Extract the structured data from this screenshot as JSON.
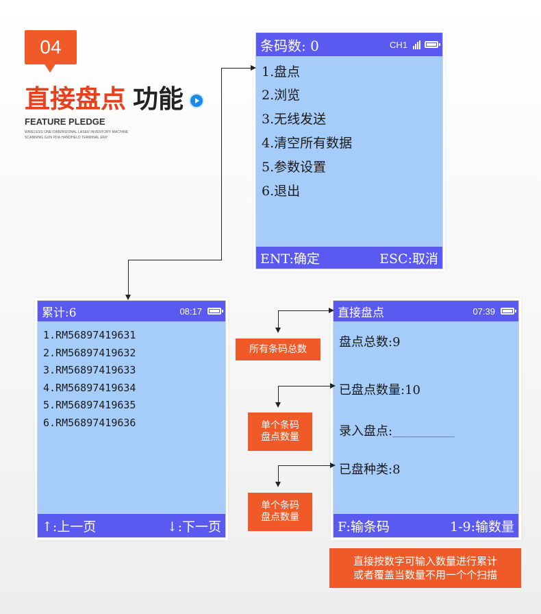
{
  "header": {
    "badge_number": "04",
    "title_main": "直接盘点",
    "title_suffix": "功能",
    "subtitle": "FEATURE PLEDGE",
    "subtitle_small_1": "WIRELESS ONE-DIMENSIONAL LASER INVENTORY MACHINE",
    "subtitle_small_2": "SCANNING GUN PDA HANDHELD TERMINAL ERP"
  },
  "menu_screen": {
    "title": "条码数: 0",
    "channel": "CH1",
    "items": [
      "1.盘点",
      "2.浏览",
      "3.无线发送",
      "4.清空所有数据",
      "5.参数设置",
      "6.退出"
    ],
    "footer_left": "ENT:确定",
    "footer_right": "ESC:取消"
  },
  "list_screen": {
    "title": "累计:6",
    "time": "08:17",
    "items": [
      "1.RM56897419631",
      "2.RM56897419632",
      "3.RM56897419633",
      "4.RM56897419634",
      "5.RM56897419635",
      "6.RM56897419636"
    ],
    "footer_left": "↑:上一页",
    "footer_right": "↓:下一页"
  },
  "count_screen": {
    "title": "直接盘点",
    "time": "07:39",
    "total_label": "盘点总数:9",
    "counted_label": "已盘点数量:10",
    "entry_label": "录入盘点:",
    "entry_blank": "____________________",
    "kinds_label": "已盘种类:8",
    "footer_left": "F:输条码",
    "footer_right": "1-9:输数量"
  },
  "annotations": {
    "all_barcodes_total": "所有条码总数",
    "single_count_1_line1": "单个条码",
    "single_count_1_line2": "盘点数量",
    "single_count_2_line1": "单个条码",
    "single_count_2_line2": "盘点数量",
    "note_line1": "直接按数字可输入数量进行累计",
    "note_line2": "或者覆盖当数量不用一个个扫描"
  },
  "colors": {
    "accent_orange": "#f05a28",
    "title_red": "#e8401c",
    "screen_blue": "#a6cdfa",
    "bar_blue": "#5a5af0",
    "play_blue": "#1a8be8"
  }
}
